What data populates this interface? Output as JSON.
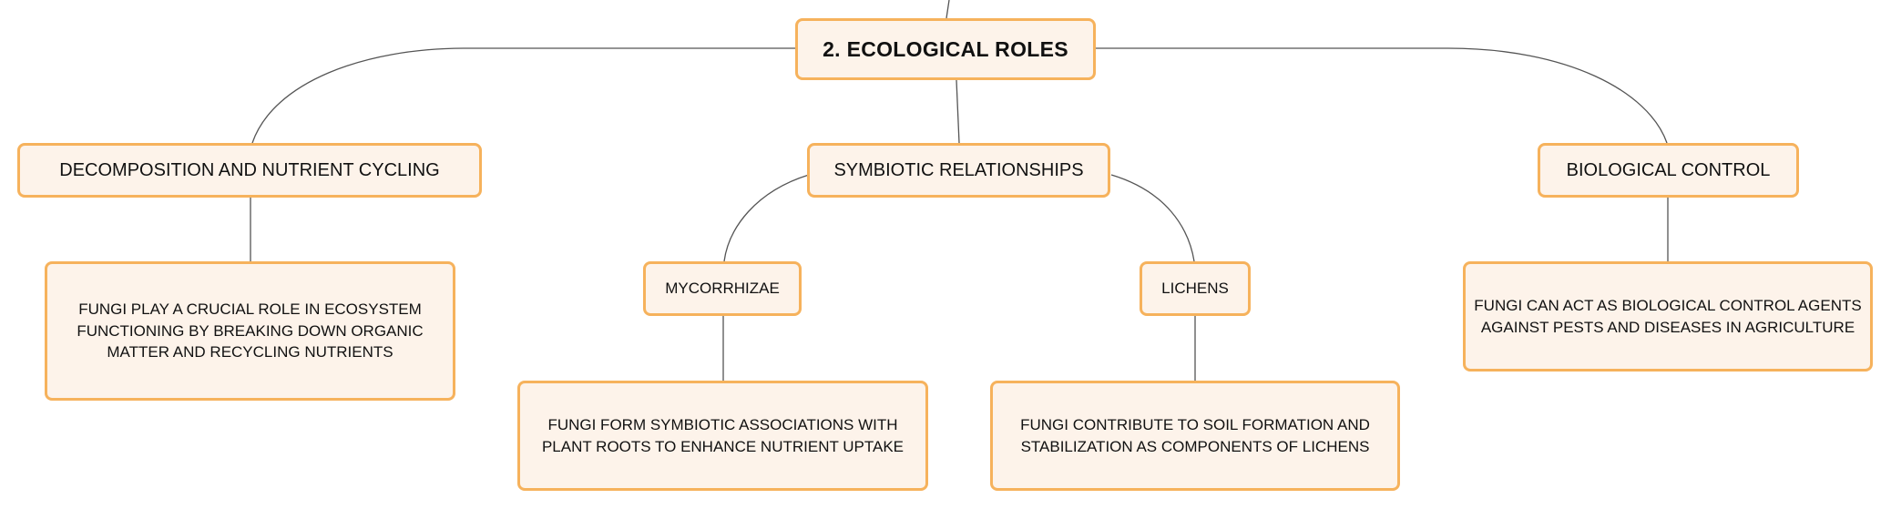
{
  "colors": {
    "node_fill": "#fdf3ea",
    "node_border": "#f6b25c",
    "connector": "#555555",
    "text": "#111111"
  },
  "root": {
    "label": "2. ECOLOGICAL ROLES"
  },
  "branches": [
    {
      "label": "DECOMPOSITION AND NUTRIENT CYCLING",
      "detail": "FUNGI PLAY A CRUCIAL ROLE IN ECOSYSTEM FUNCTIONING BY BREAKING DOWN ORGANIC MATTER AND RECYCLING NUTRIENTS"
    },
    {
      "label": "SYMBIOTIC RELATIONSHIPS",
      "children": [
        {
          "label": "MYCORRHIZAE",
          "detail": "FUNGI FORM SYMBIOTIC ASSOCIATIONS WITH PLANT ROOTS TO ENHANCE NUTRIENT UPTAKE"
        },
        {
          "label": "LICHENS",
          "detail": "FUNGI CONTRIBUTE TO SOIL FORMATION AND STABILIZATION AS COMPONENTS OF LICHENS"
        }
      ]
    },
    {
      "label": "BIOLOGICAL CONTROL",
      "detail": "FUNGI CAN ACT AS BIOLOGICAL CONTROL AGENTS AGAINST PESTS AND DISEASES IN AGRICULTURE"
    }
  ]
}
